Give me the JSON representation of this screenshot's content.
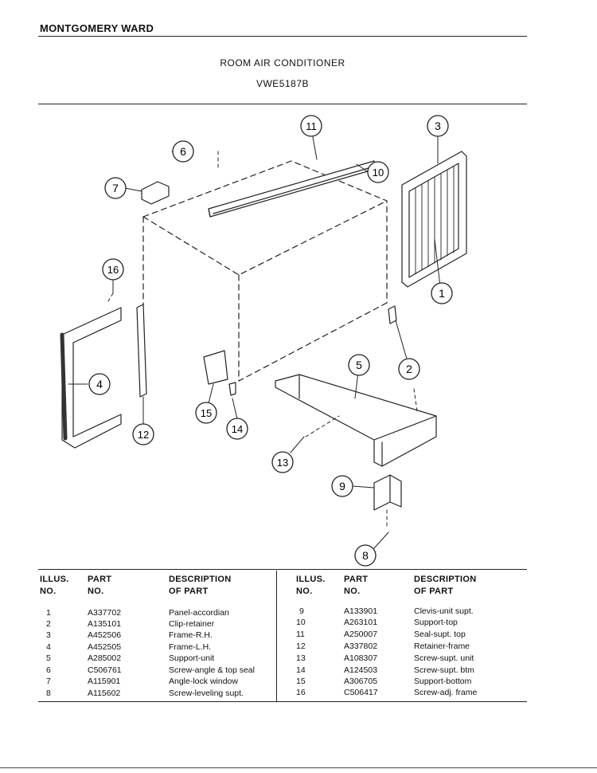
{
  "header": {
    "brand": "MONTGOMERY WARD",
    "title": "ROOM AIR CONDITIONER",
    "model": "VWE5187B"
  },
  "callouts": [
    "1",
    "2",
    "3",
    "4",
    "5",
    "6",
    "7",
    "8",
    "9",
    "10",
    "11",
    "12",
    "13",
    "14",
    "15",
    "16"
  ],
  "table": {
    "headers": {
      "illus_1": "ILLUS.",
      "illus_2": "NO.",
      "part_1": "PART",
      "part_2": "NO.",
      "desc_1": "DESCRIPTION",
      "desc_2": "OF PART"
    },
    "left": [
      {
        "no": "1",
        "part": "A337702",
        "desc": "Panel-accordian"
      },
      {
        "no": "2",
        "part": "A135101",
        "desc": "Clip-retainer"
      },
      {
        "no": "3",
        "part": "A452506",
        "desc": "Frame-R.H."
      },
      {
        "no": "4",
        "part": "A452505",
        "desc": "Frame-L.H."
      },
      {
        "no": "5",
        "part": "A285002",
        "desc": "Support-unit"
      },
      {
        "no": "6",
        "part": "C506761",
        "desc": "Screw-angle & top seal"
      },
      {
        "no": "7",
        "part": "A115901",
        "desc": "Angle-lock window"
      },
      {
        "no": "8",
        "part": "A115602",
        "desc": "Screw-leveling supt."
      }
    ],
    "right": [
      {
        "no": "9",
        "part": "A133901",
        "desc": "Clevis-unit supt."
      },
      {
        "no": "10",
        "part": "A263101",
        "desc": "Support-top"
      },
      {
        "no": "11",
        "part": "A250007",
        "desc": "Seal-supt. top"
      },
      {
        "no": "12",
        "part": "A337802",
        "desc": "Retainer-frame"
      },
      {
        "no": "13",
        "part": "A108307",
        "desc": "Screw-supt. unit"
      },
      {
        "no": "14",
        "part": "A124503",
        "desc": "Screw-supt. btm"
      },
      {
        "no": "15",
        "part": "A306705",
        "desc": "Support-bottom"
      },
      {
        "no": "16",
        "part": "C506417",
        "desc": "Screw-adj. frame"
      }
    ]
  }
}
